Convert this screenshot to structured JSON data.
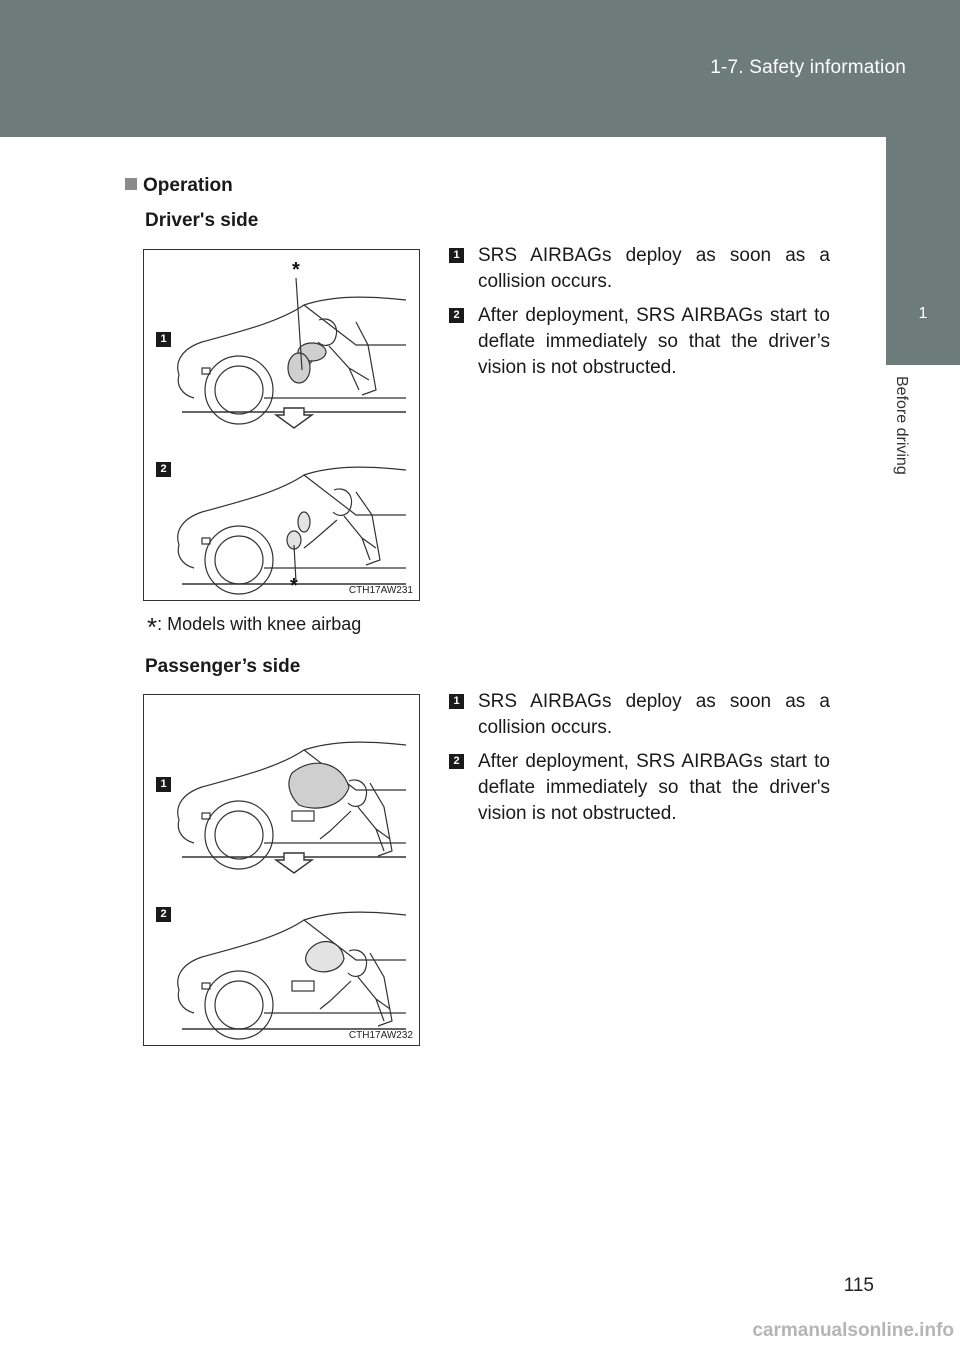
{
  "header": {
    "title": "1-7. Safety information"
  },
  "side_tab": {
    "number": "1",
    "label": "Before driving"
  },
  "section": {
    "heading": "Operation"
  },
  "drivers_side": {
    "subheading": "Driver's side",
    "figure_code": "CTH17AW231",
    "figure_markers": [
      "1",
      "2"
    ],
    "asterisk": "*",
    "steps": [
      {
        "number": "1",
        "text": "SRS AIRBAGs deploy as soon as a collision occurs."
      },
      {
        "number": "2",
        "text": "After deployment, SRS AIRBAGs start to deflate immediately so that the driver’s vision is not obstructed."
      }
    ]
  },
  "footnote": {
    "marker": "*",
    "text": ": Models with knee airbag"
  },
  "passengers_side": {
    "subheading": "Passenger’s side",
    "figure_code": "CTH17AW232",
    "figure_markers": [
      "1",
      "2"
    ],
    "steps": [
      {
        "number": "1",
        "text": "SRS AIRBAGs deploy as soon as a collision occurs."
      },
      {
        "number": "2",
        "text": "After deployment, SRS AIRBAGs start to deflate immediately so that the driver's vision is not obstructed."
      }
    ]
  },
  "page_number": "115",
  "watermark": "carmanualsonline.info"
}
